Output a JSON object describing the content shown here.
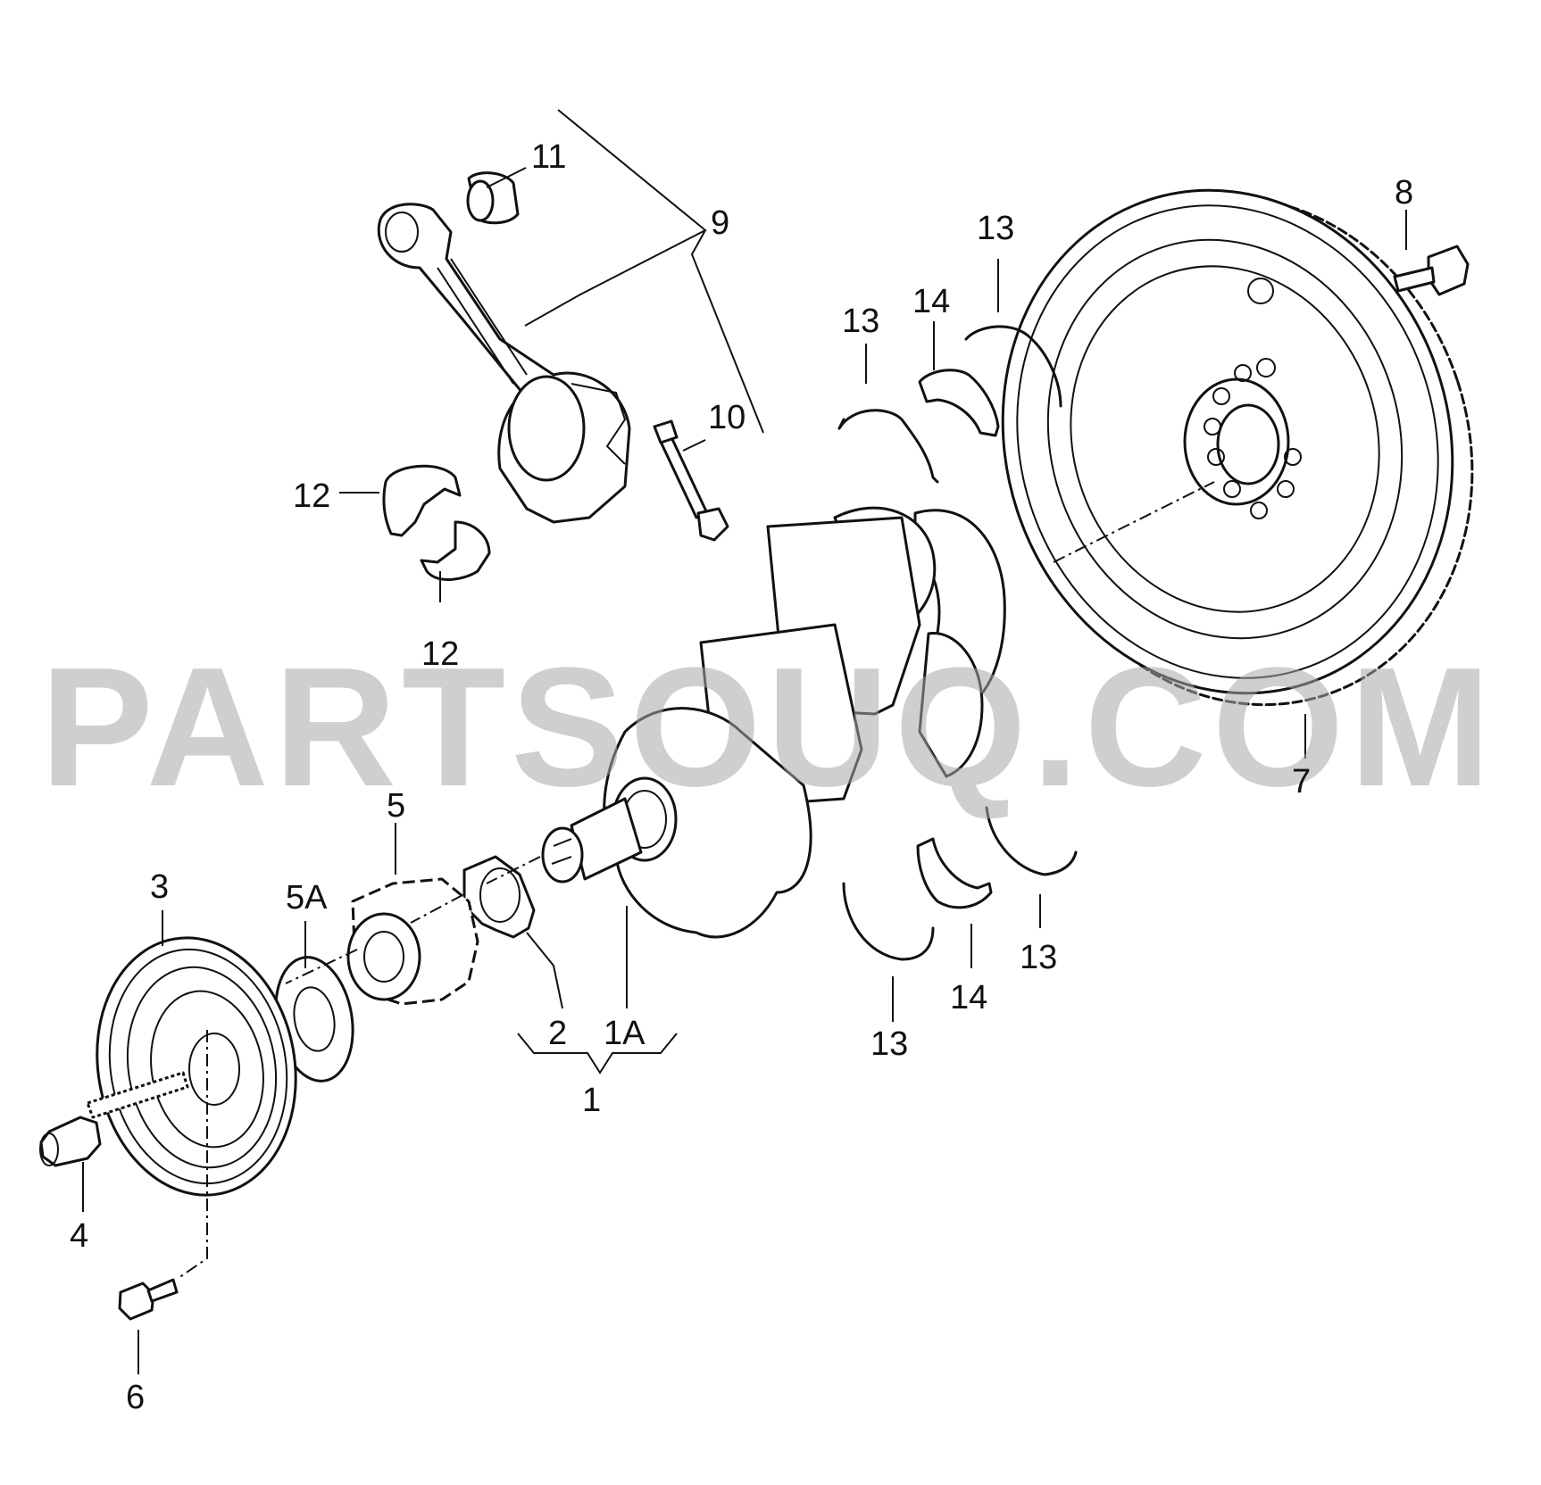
{
  "watermark": {
    "text": "PARTSOUQ.COM",
    "color": "#a9a9a9"
  },
  "callouts": {
    "c1": "1",
    "c1a": "1A",
    "c2": "2",
    "c3": "3",
    "c4": "4",
    "c5": "5",
    "c5a": "5A",
    "c6": "6",
    "c7": "7",
    "c8": "8",
    "c9": "9",
    "c10": "10",
    "c11": "11",
    "c12a": "12",
    "c12b": "12",
    "c13a": "13",
    "c13b": "13",
    "c13c": "13",
    "c13d": "13",
    "c14a": "14",
    "c14b": "14"
  }
}
